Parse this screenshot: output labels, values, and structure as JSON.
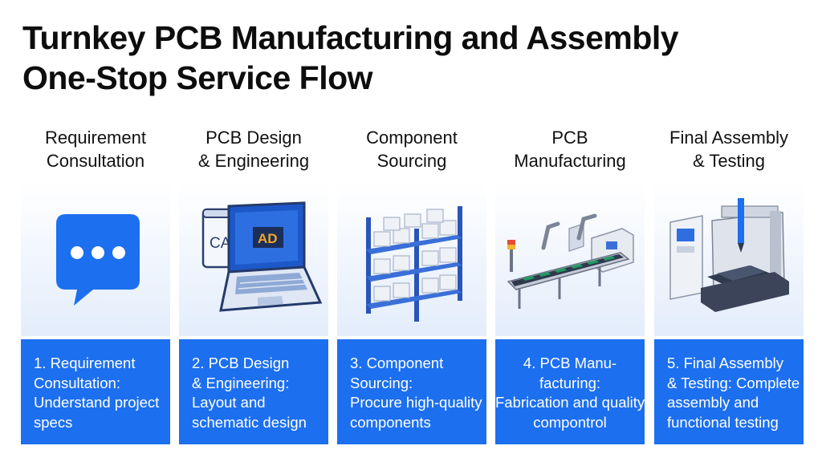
{
  "title": {
    "line1": "Turnkey PCB Manufacturing and Assembly",
    "line2": "One-Stop Service Flow"
  },
  "steps": [
    {
      "heading": [
        "Requirement",
        "Consultation"
      ],
      "icon": "chat-bubble-icon",
      "desc": [
        "1. Requirement",
        "Consultation:",
        "Understand project",
        "specs"
      ]
    },
    {
      "heading": [
        "PCB Design",
        "& Engineering"
      ],
      "icon": "laptop-cad-icon",
      "icon_text": {
        "cad": "CAD",
        "ad": "AD"
      },
      "desc": [
        "2. PCB Design",
        "& Engineering:",
        "Layout and",
        "schematic design"
      ]
    },
    {
      "heading": [
        "Component",
        "Sourcing"
      ],
      "icon": "warehouse-shelf-icon",
      "desc": [
        "3. Component",
        "Sourcing:",
        "Procure high-quality",
        "components"
      ]
    },
    {
      "heading": [
        "PCB",
        "Manufacturing"
      ],
      "icon": "conveyor-line-icon",
      "desc": [
        "4. PCB Manu-",
        "facturing:",
        "Fabrication and quality",
        "compontrol"
      ]
    },
    {
      "heading": [
        "Final Assembly",
        "& Testing"
      ],
      "icon": "test-machine-icon",
      "desc": [
        "5. Final Assembly",
        "& Testing: Complete",
        "assembly and",
        "functional testing"
      ]
    }
  ],
  "colors": {
    "accent": "#1c6fef",
    "panel_tint": "#e3edfb",
    "title": "#0d0d0d"
  }
}
